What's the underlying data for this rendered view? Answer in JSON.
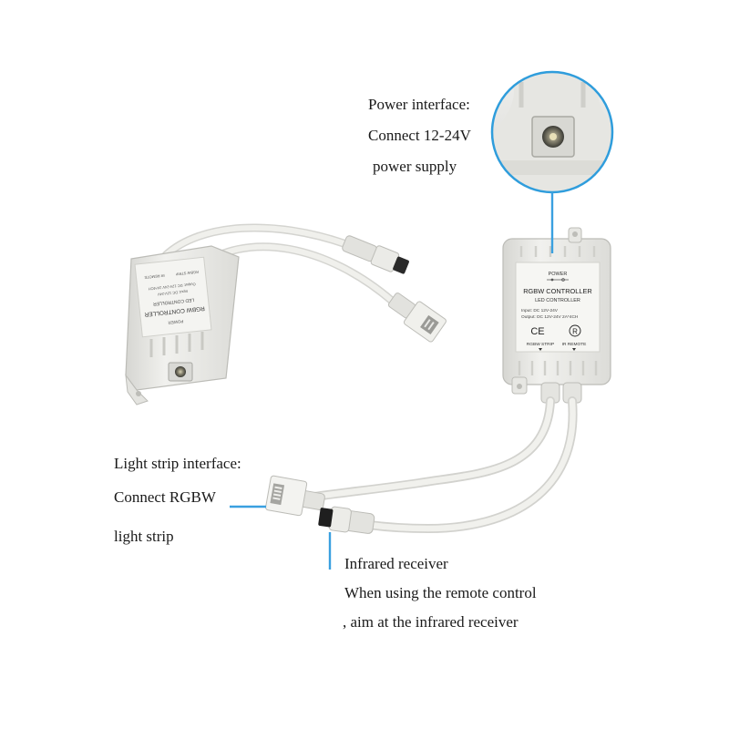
{
  "callouts": {
    "power": [
      "Power interface:",
      "Connect 12-24V",
      "power supply"
    ],
    "strip": [
      "Light strip interface:",
      "Connect RGBW",
      "light strip"
    ],
    "infrared": [
      "Infrared receiver",
      "When using the remote control",
      ", aim at the infrared receiver"
    ]
  },
  "front_label": {
    "power": "POWER",
    "title": "RGBW CONTROLLER",
    "subtitle": "LED  CONTROLLER",
    "input": "Input: DC 12V-24V",
    "output": "Output: DC 12V-24V 2A*4CH",
    "ce": "CE",
    "r_mark": "R",
    "strip_port": "RGBW STRIP",
    "ir_port": "IR REMOTE"
  },
  "back_label": {
    "title": "RGBW CONTROLLER",
    "subtitle": "LED  CONTROLLER",
    "input": "Input: DC 12V-24V",
    "output": "Output: DC 12V-24V 2A*4CH",
    "power": "POWER",
    "strip_port": "RGBW STRIP",
    "ir_port": "IR REMOTE"
  },
  "colors": {
    "leader_line": "#3aa0e0",
    "zoom_ring": "#2f9ddc",
    "housing": "#e9e9e6",
    "cable": "#ececea",
    "text": "#1a1a1a"
  }
}
